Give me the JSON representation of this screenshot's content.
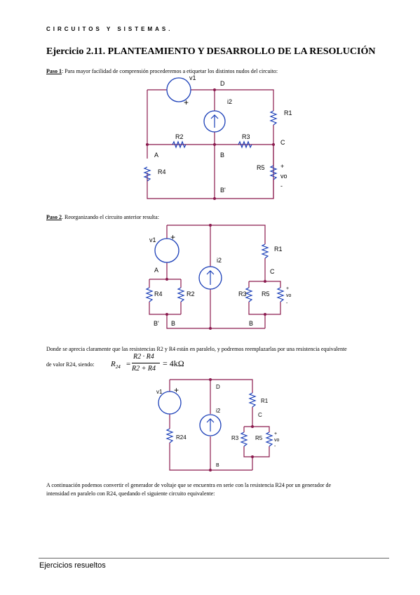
{
  "header": "CIRCUITOS Y SISTEMAS.",
  "title": "Ejercicio 2.11. PLANTEAMIENTO Y DESARROLLO DE LA RESOLUCIÓN",
  "paso1": {
    "label": "Paso 1",
    "text": ": Para mayor facilidad de comprensión procederemos a etiquetar los distintos nudos del circuito:"
  },
  "paso2": {
    "label": "Paso 2",
    "text": ". Reorganizando el circuito anterior resulta:"
  },
  "paragraph_parallel_1": "Donde se aprecia claramente que las resistencias R2 y R4 están en paralelo, y podremos reemplazarlas por una resistencia equivalente",
  "paragraph_parallel_2": "de valor R24, siendo:",
  "formula": {
    "lhs": "R",
    "lhs_sub": "24",
    "eq": "=",
    "num": "R2 · R4",
    "den": "R2 + R4",
    "rhs": "= 4kΩ"
  },
  "paragraph_final_1": "A continuación podemos convertir el generador de voltaje que se encuentra en serie con la resistencia R24 por un generador de",
  "paragraph_final_2": "intensidad en paralelo con R24, quedando el siguiente circuito equivalente:",
  "footer": "Ejercicios resueltos",
  "circuit1": {
    "v1": "v1",
    "plus": "+",
    "D": "D",
    "i2": "i2",
    "R1": "R1",
    "R2": "R2",
    "R3": "R3",
    "A": "A",
    "B": "B",
    "C": "C",
    "R4": "R4",
    "R5": "R5",
    "vplus": "+",
    "vo": "vo",
    "vminus": "-",
    "Bp": "B'"
  },
  "circuit2": {
    "v1": "v1",
    "plus": "+",
    "A": "A",
    "i2": "i2",
    "R1": "R1",
    "C": "C",
    "R4": "R4",
    "R2": "R2",
    "R3": "R3",
    "R5": "R5",
    "vplus": "+",
    "vo": "vo",
    "vminus": "-",
    "Bp": "B'",
    "B1": "B",
    "B2": "B"
  },
  "circuit3": {
    "v1": "v1",
    "plus": "+",
    "D": "D",
    "i2": "i2",
    "R1": "R1",
    "C": "C",
    "R24": "R24",
    "R3": "R3",
    "R5": "R5",
    "vplus": "+",
    "vo": "vo",
    "vminus": "-",
    "B": "B"
  },
  "colors": {
    "wire": "#8b1a4e",
    "component": "#1b3fb8"
  }
}
